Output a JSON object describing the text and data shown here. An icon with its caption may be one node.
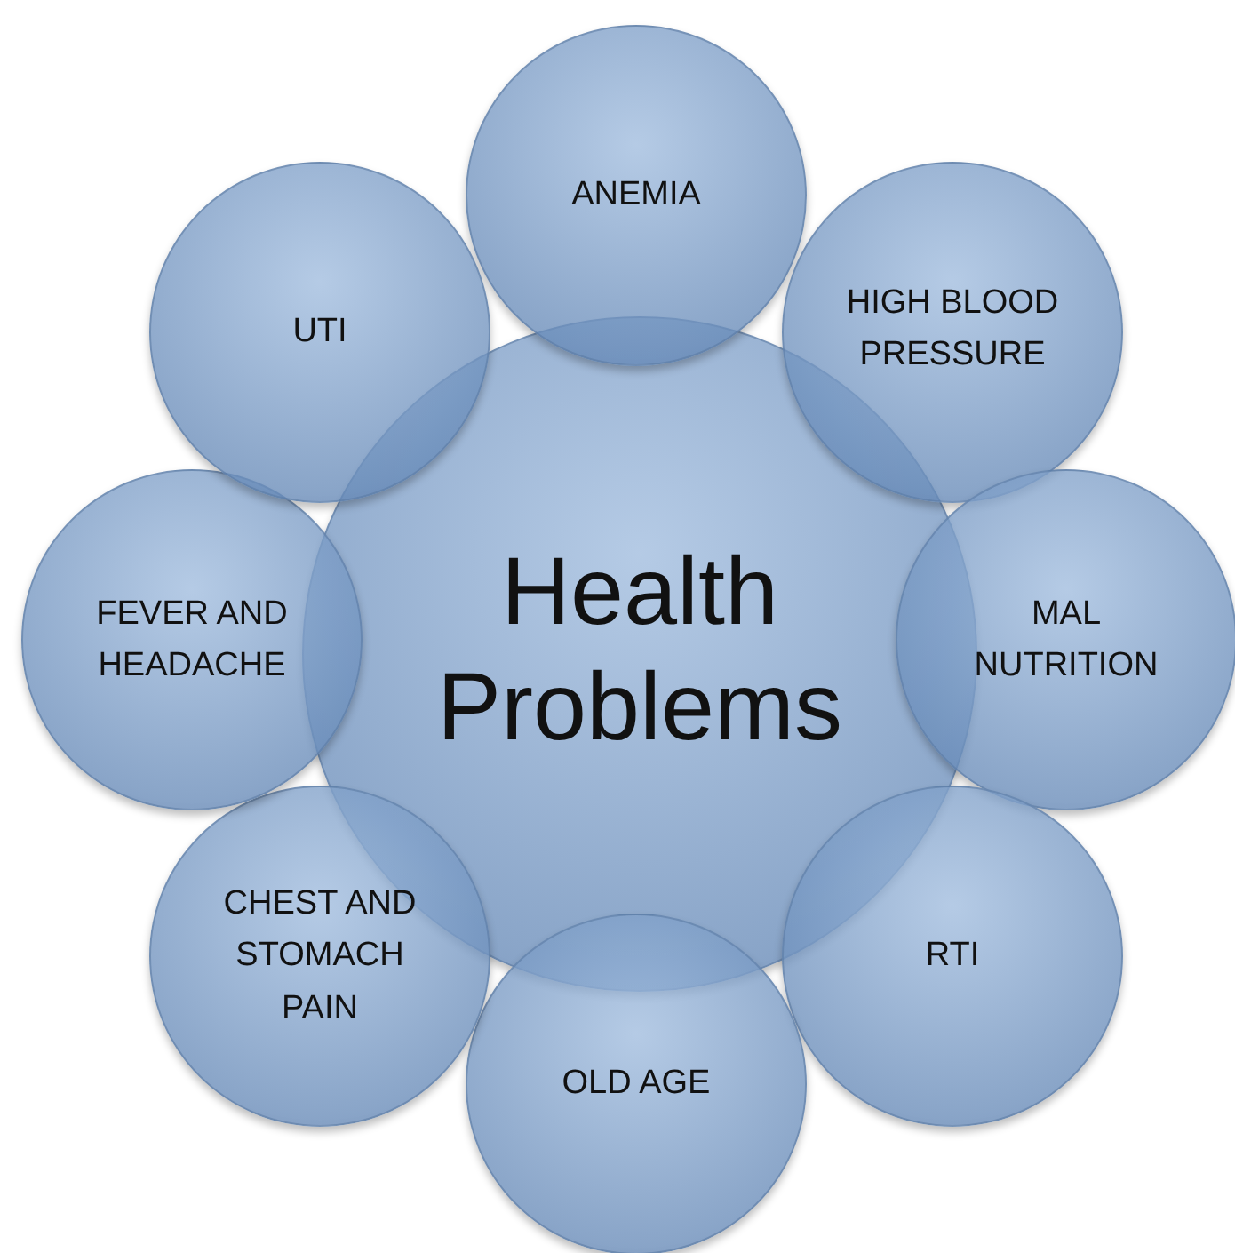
{
  "diagram": {
    "nodes": [
      {
        "text": [
          "Health Problems"
        ]
      },
      {
        "text": [
          "ANEMIA"
        ]
      },
      {
        "text": [
          "HIGH BLOOD PRESSURE"
        ]
      },
      {
        "text": [
          "MAL NUTRITION"
        ]
      },
      {
        "text": [
          "RTI"
        ]
      },
      {
        "text": [
          "OLD AGE"
        ]
      },
      {
        "text": [
          "CHEST AND STOMACH PAIN"
        ]
      },
      {
        "text": [
          "FEVER AND HEADACHE"
        ]
      },
      {
        "text": [
          "UTI"
        ]
      }
    ]
  }
}
